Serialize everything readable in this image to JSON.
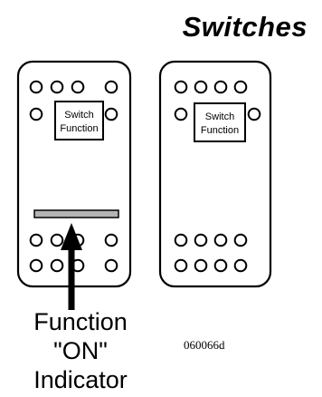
{
  "header": {
    "title": "Switches"
  },
  "switches": [
    {
      "id": "left",
      "label_line1": "Switch",
      "label_line2": "Function",
      "has_on_indicator": true
    },
    {
      "id": "right",
      "label_line1": "Switch",
      "label_line2": "Function",
      "has_on_indicator": false
    }
  ],
  "callout": {
    "line1": "Function",
    "line2": "\"ON\"",
    "line3": "Indicator"
  },
  "figure_code": "060066d",
  "colors": {
    "indicator_bar": "#b4b4b4",
    "stroke": "#000000"
  }
}
